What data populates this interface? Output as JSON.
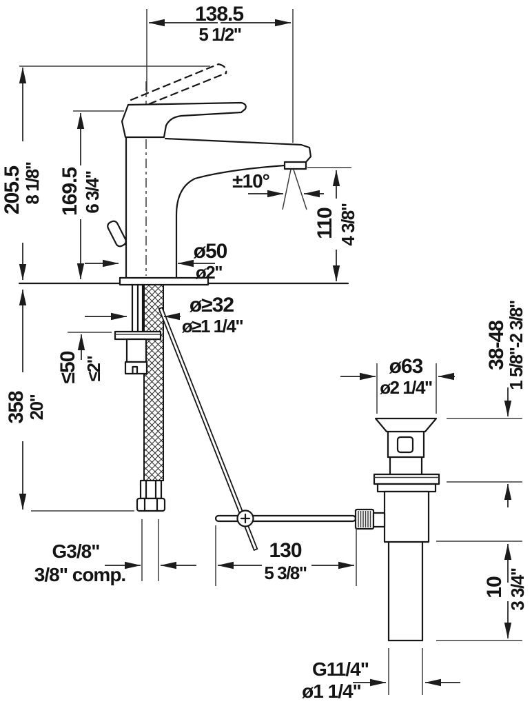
{
  "colors": {
    "line": "#161616",
    "dim_line": "#1c1c1c",
    "background": "#ffffff"
  },
  "parts": {
    "faucet": "single-lever-basin-mixer",
    "lever": "mixer-lever",
    "spout": "spout-with-aerator",
    "side_knob": "side-lever-knob",
    "hose": "flexible-supply-hose",
    "mounting": "mounting-washer-and-nut",
    "lift_rod": "pop-up-lift-rod",
    "horizontal_rod": "pivot-rod",
    "drain": "pop-up-drain",
    "tailpiece": "drain-tailpiece"
  },
  "dims": {
    "spout_reach": {
      "mm": "138.5",
      "inch": "5 1/2\""
    },
    "total_height": {
      "mm": "205.5",
      "inch": "8 1/8\""
    },
    "body_height": {
      "mm": "169.5",
      "inch": "6 3/4\""
    },
    "spray_angle": {
      "value": "±10°"
    },
    "outlet_height": {
      "mm": "110",
      "inch": "4 3/8\""
    },
    "body_diameter": {
      "mm": "ø50",
      "inch": "ø2\""
    },
    "hole_diameter": {
      "mm": "ø≥32",
      "inch": "ø≥1 1/4\""
    },
    "max_deck_thickness": {
      "mm": "≤50",
      "inch": "≤2\""
    },
    "below_deck_length": {
      "mm": "358",
      "inch": "20\""
    },
    "supply_connection": {
      "thread": "G3/8\"",
      "note": "3/8\" comp."
    },
    "lift_rod_length": {
      "mm": "130",
      "inch": "5 3/8\""
    },
    "drain_flange_dia": {
      "mm": "ø63",
      "inch": "ø2 1/4\""
    },
    "drain_height_range": {
      "mm": "38-48",
      "inch": "1 5/8\"-2 3/8\""
    },
    "tailpiece_length": {
      "mm": "10",
      "inch": "3 3/4\""
    },
    "waste_connection": {
      "thread": "G11/4\"",
      "diameter": "ø1 1/4\""
    }
  }
}
